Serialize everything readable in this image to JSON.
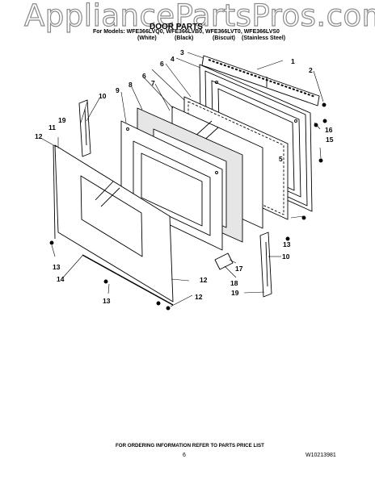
{
  "watermark": "AppliancePartsPros.com",
  "title": "DOOR PARTS",
  "models_line": "For Models: WFE366LVQ0, WFE366LVB0, WFE366LVT0, WFE366LVS0",
  "colors": [
    "(White)",
    "(Black)",
    "(Biscuit)",
    "(Stainless Steel)"
  ],
  "callouts": [
    "1",
    "2",
    "3",
    "4",
    "5",
    "6",
    "6",
    "7",
    "8",
    "9",
    "10",
    "10",
    "11",
    "12",
    "12",
    "13",
    "13",
    "13",
    "14",
    "15",
    "16",
    "17",
    "18",
    "19",
    "19"
  ],
  "footer_note": "FOR ORDERING INFORMATION REFER TO PARTS PRICE LIST",
  "page_number": "6",
  "document_number": "W10213981"
}
